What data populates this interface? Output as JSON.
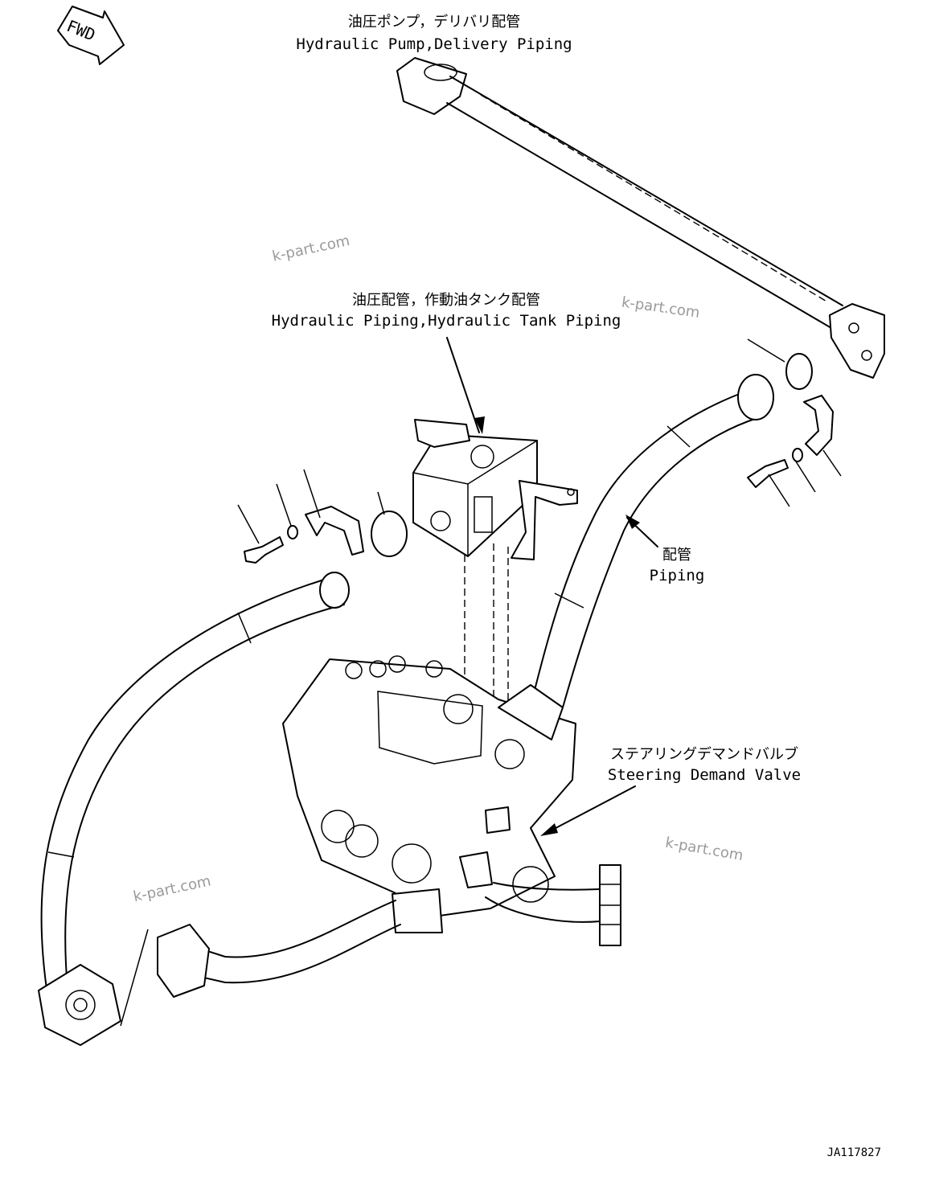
{
  "drawing": {
    "fwd_label": "FWD",
    "drawing_number": "JA117827",
    "watermarks": [
      "k-part.com",
      "k-part.com",
      "k-part.com",
      "k-part.com"
    ]
  },
  "labels": {
    "pump_piping": {
      "jp": "油圧ポンプ，デリバリ配管",
      "en": "Hydraulic Pump,Delivery Piping"
    },
    "tank_piping": {
      "jp": "油圧配管，作動油タンク配管",
      "en": "Hydraulic Piping,Hydraulic Tank Piping"
    },
    "piping": {
      "jp": "配管",
      "en": "Piping"
    },
    "steering_valve": {
      "jp": "ステアリングデマンドバルブ",
      "en": "Steering Demand Valve"
    }
  }
}
